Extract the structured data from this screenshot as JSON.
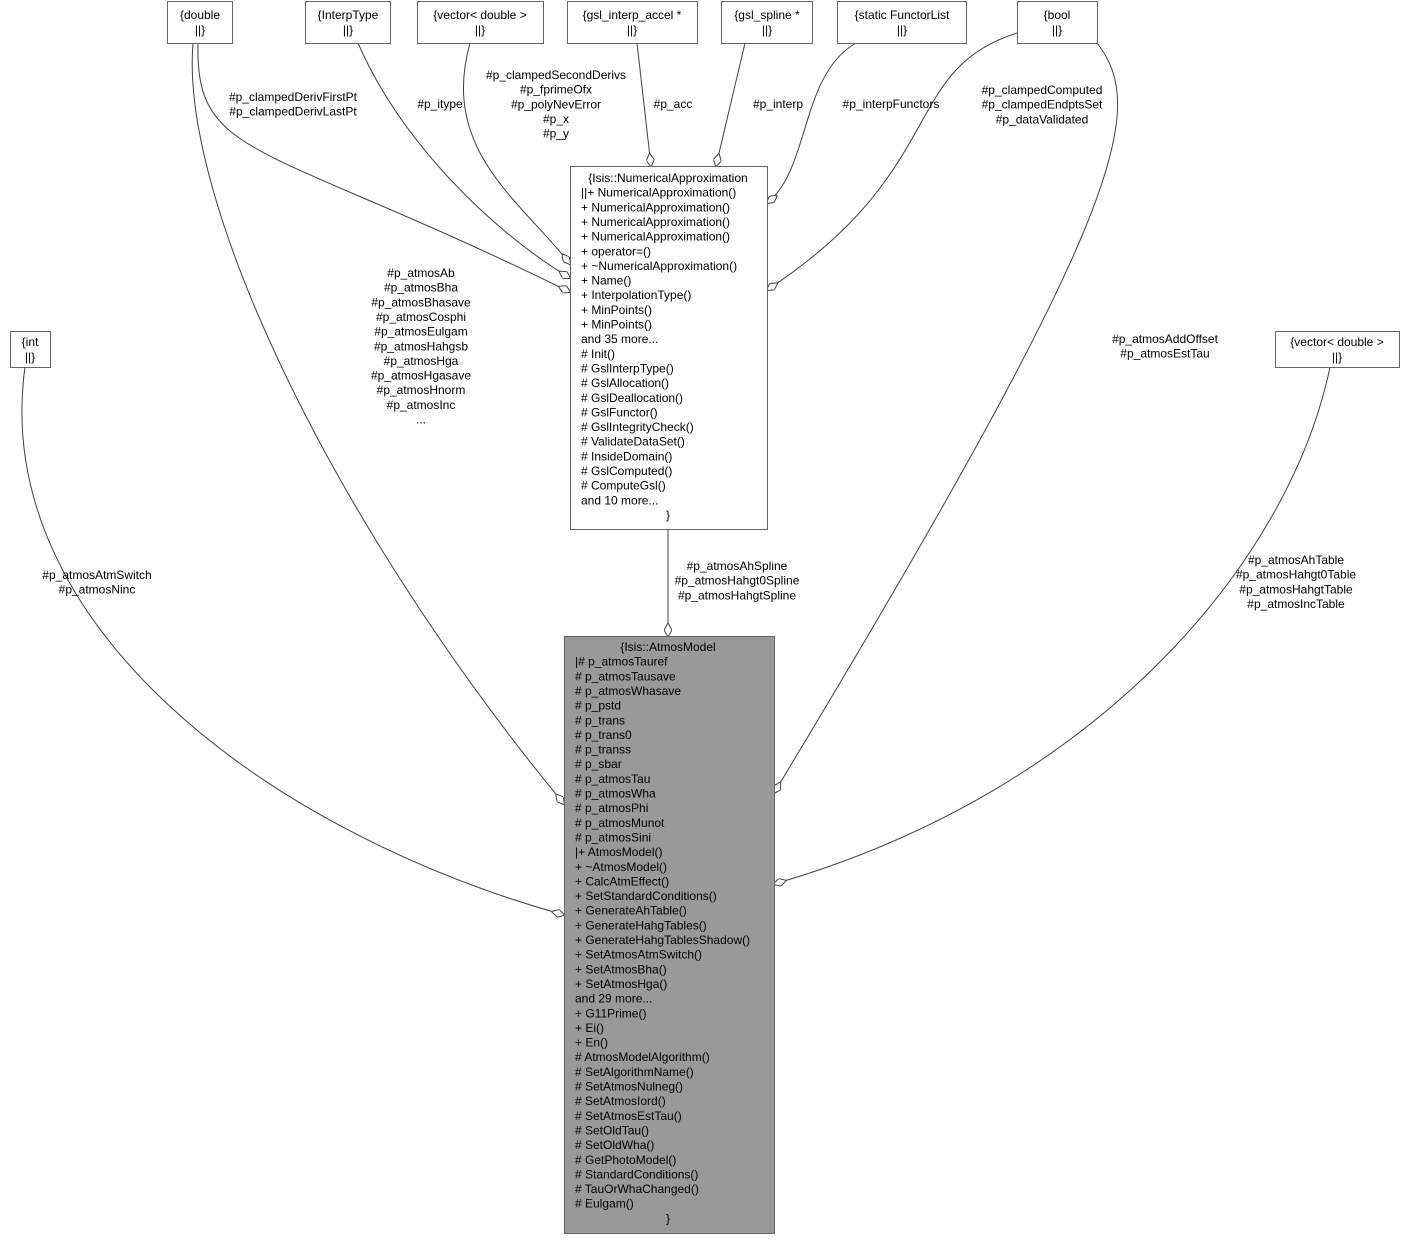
{
  "nodes": {
    "double": [
      "{double",
      "||}"
    ],
    "interptype": [
      "{InterpType",
      "||}"
    ],
    "vector_top": [
      "{vector< double >",
      "||}"
    ],
    "gsl_interp_accel": [
      "{gsl_interp_accel *",
      "||}"
    ],
    "gsl_spline": [
      "{gsl_spline *",
      "||}"
    ],
    "functorlist": [
      "{static FunctorList",
      "||}"
    ],
    "bool": [
      "{bool",
      "||}"
    ],
    "int": [
      "{int",
      "||}"
    ],
    "vector_right": [
      "{vector< double >",
      "||}"
    ]
  },
  "numerical_approximation": {
    "title": "{Isis::NumericalApproximation",
    "lines": [
      "||+ NumericalApproximation()",
      "+ NumericalApproximation()",
      "+ NumericalApproximation()",
      "+ NumericalApproximation()",
      "+ operator=()",
      "+ ~NumericalApproximation()",
      "+ Name()",
      "+ InterpolationType()",
      "+ MinPoints()",
      "+ MinPoints()",
      "and 35 more...",
      "# Init()",
      "# GslInterpType()",
      "# GslAllocation()",
      "# GslDeallocation()",
      "# GslFunctor()",
      "# GslIntegrityCheck()",
      "# ValidateDataSet()",
      "# InsideDomain()",
      "# GslComputed()",
      "# ComputeGsl()",
      "and 10 more..."
    ],
    "close": "}"
  },
  "atmos_model": {
    "title": "{Isis::AtmosModel",
    "lines": [
      "|# p_atmosTauref",
      "# p_atmosTausave",
      "# p_atmosWhasave",
      "# p_pstd",
      "# p_trans",
      "# p_trans0",
      "# p_transs",
      "# p_sbar",
      "# p_atmosTau",
      "# p_atmosWha",
      "# p_atmosPhi",
      "# p_atmosMunot",
      "# p_atmosSini",
      "|+ AtmosModel()",
      "+ ~AtmosModel()",
      "+ CalcAtmEffect()",
      "+ SetStandardConditions()",
      "+ GenerateAhTable()",
      "+ GenerateHahgTables()",
      "+ GenerateHahgTablesShadow()",
      "+ SetAtmosAtmSwitch()",
      "+ SetAtmosBha()",
      "+ SetAtmosHga()",
      "and 29 more...",
      "+ G11Prime()",
      "+ Ei()",
      "+ En()",
      "# AtmosModelAlgorithm()",
      "# SetAlgorithmName()",
      "# SetAtmosNulneg()",
      "# SetAtmosIord()",
      "# SetAtmosEstTau()",
      "# SetOldTau()",
      "# SetOldWha()",
      "# GetPhotoModel()",
      "# StandardConditions()",
      "# TauOrWhaChanged()",
      "# Eulgam()"
    ],
    "close": "}"
  },
  "edge_labels": {
    "double_na": [
      "#p_clampedDerivFirstPt",
      "#p_clampedDerivLastPt"
    ],
    "interptype_na": [
      "#p_itype"
    ],
    "vector_na": [
      "#p_clampedSecondDerivs",
      "#p_fprimeOfx",
      "#p_polyNevError",
      "#p_x",
      "#p_y"
    ],
    "accel_na": [
      "#p_acc"
    ],
    "spline_na": [
      "#p_interp"
    ],
    "functor_na": [
      "#p_interpFunctors"
    ],
    "bool_na": [
      "#p_clampedComputed",
      "#p_clampedEndptsSet",
      "#p_dataValidated"
    ],
    "double_atmos": [
      "#p_atmosAb",
      "#p_atmosBha",
      "#p_atmosBhasave",
      "#p_atmosCosphi",
      "#p_atmosEulgam",
      "#p_atmosHahgsb",
      "#p_atmosHga",
      "#p_atmosHgasave",
      "#p_atmosHnorm",
      "#p_atmosInc",
      "..."
    ],
    "bool_atmos": [
      "#p_atmosAddOffset",
      "#p_atmosEstTau"
    ],
    "int_atmos": [
      "#p_atmosAtmSwitch",
      "#p_atmosNinc"
    ],
    "vector_atmos": [
      "#p_atmosAhTable",
      "#p_atmosHahgt0Table",
      "#p_atmosHahgtTable",
      "#p_atmosIncTable"
    ],
    "na_atmos": [
      "#p_atmosAhSpline",
      "#p_atmosHahgt0Spline",
      "#p_atmosHahgtSpline"
    ]
  }
}
